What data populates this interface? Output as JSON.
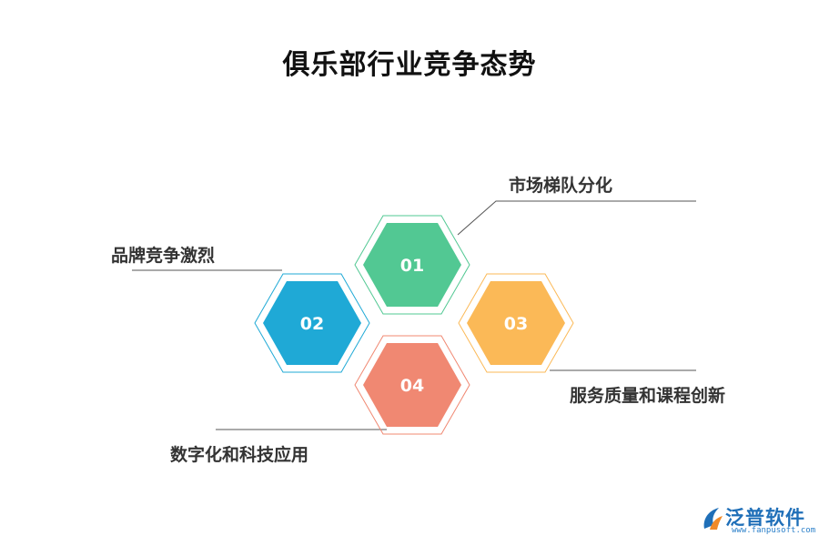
{
  "title": "俱乐部行业竞争态势",
  "items": [
    {
      "number": "01",
      "label": "市场梯队分化",
      "color": "#52c893"
    },
    {
      "number": "02",
      "label": "品牌竞争激烈",
      "color": "#1fa9d6"
    },
    {
      "number": "03",
      "label": "服务质量和课程创新",
      "color": "#fbb957"
    },
    {
      "number": "04",
      "label": "数字化和科技应用",
      "color": "#f08872"
    }
  ],
  "logo": {
    "name": "泛普软件",
    "url": "www.fanpusoft.com",
    "color": "#1f6fb8"
  }
}
